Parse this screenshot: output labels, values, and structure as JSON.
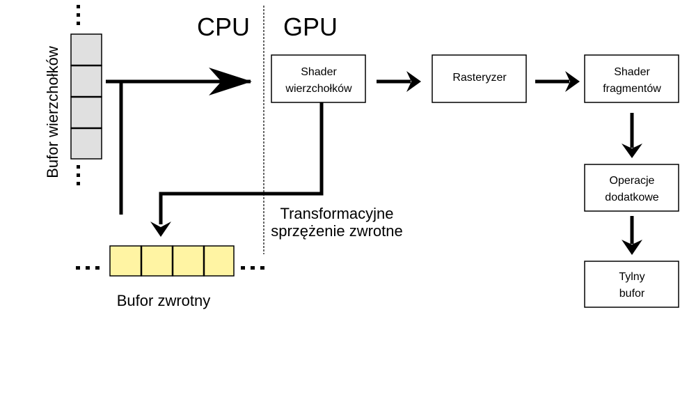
{
  "labels": {
    "cpu": "CPU",
    "gpu": "GPU",
    "vertex_buffer": "Bufor wierzchołków",
    "feedback_buffer": "Bufor zwrotny",
    "transform_feedback": [
      "Transformacyjne",
      "sprzężenie zwrotne"
    ]
  },
  "nodes": {
    "vertex_shader": [
      "Shader",
      "wierzchołków"
    ],
    "rasterizer": [
      "Rasteryzer"
    ],
    "fragment_shader": [
      "Shader",
      "fragmentów"
    ],
    "extra_ops": [
      "Operacje",
      "dodatkowe"
    ],
    "back_buffer": [
      "Tylny",
      "bufor"
    ]
  },
  "colors": {
    "vertex_buffer_fill": "#e0e0e0",
    "feedback_buffer_fill": "#fff4a3",
    "stroke": "#000000"
  }
}
